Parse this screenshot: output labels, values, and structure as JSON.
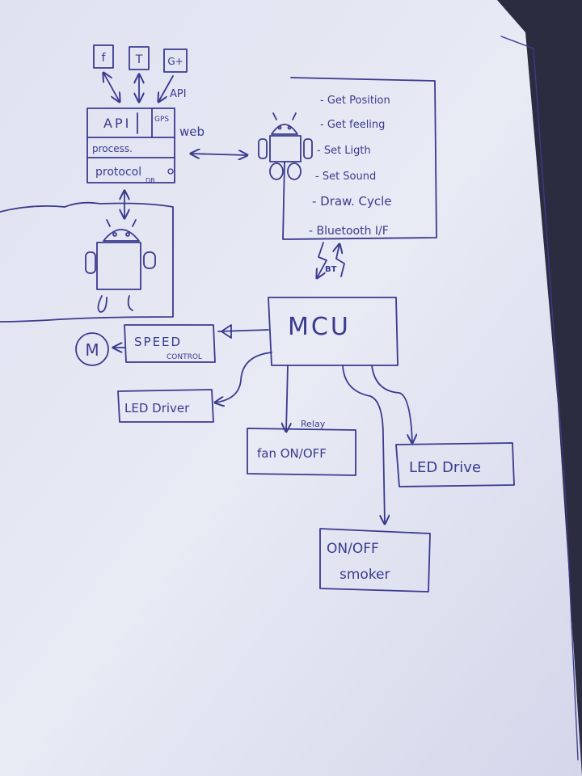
{
  "social": {
    "facebook_label": "f",
    "twitter_label": "T",
    "google_label": "G+",
    "api_label": "API"
  },
  "server": {
    "api_label": "API",
    "gps_label": "GPS",
    "web_label": "web",
    "process_label": "process.",
    "protocol_label": "protocol",
    "db_label": "DB"
  },
  "commands": [
    "- Get Position",
    "- Get feeling",
    "- Set Ligth",
    "- Set Sound",
    "- Draw. Cycle",
    "- Bluetooth I/F"
  ],
  "bt_label": "BT",
  "mcu_label": "MCU",
  "motor_label": "M",
  "speed_control": {
    "line1": "SPEED",
    "line2": "CONTROL"
  },
  "led_driver_left": "LED Driver",
  "relay_label": "Relay",
  "fan_label": "fan ON/OFF",
  "led_drive_right": "LED Drive",
  "smoker": {
    "line1": "ON/OFF",
    "line2": "smoker"
  }
}
